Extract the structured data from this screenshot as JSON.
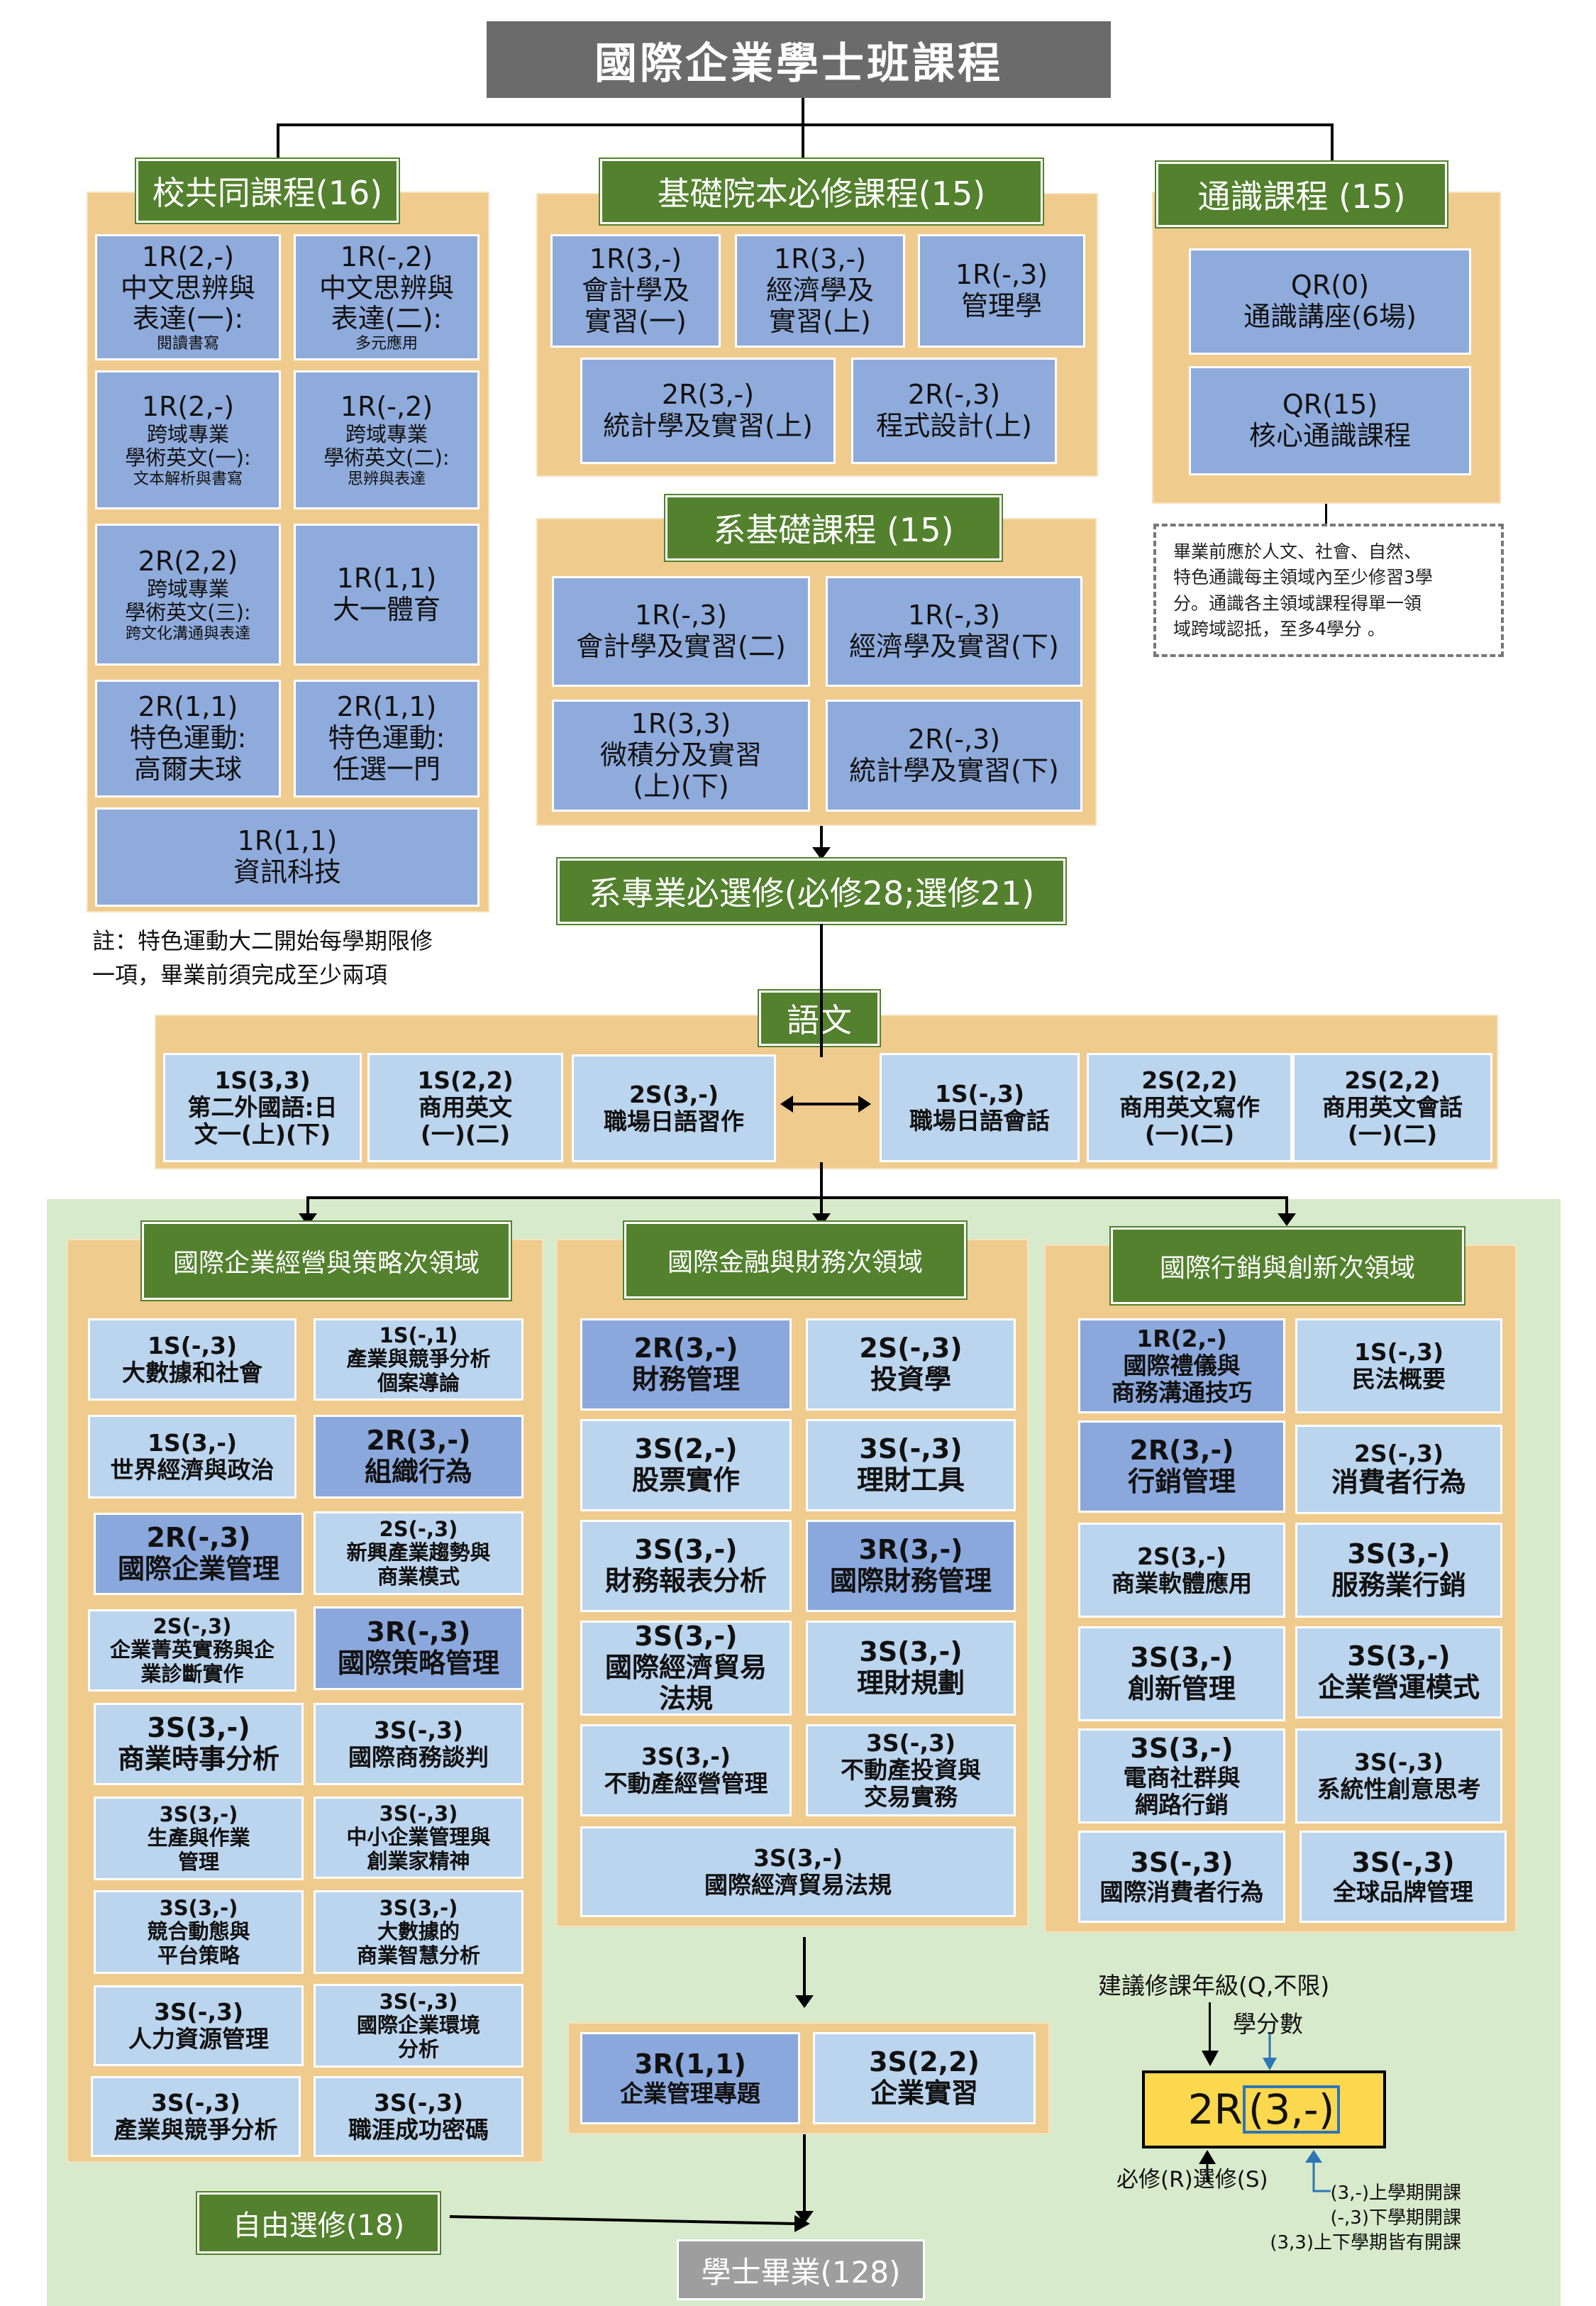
{
  "title": "國際企業學士班課程",
  "sections": {
    "school_common": "校共同課程(16)",
    "college_required": "基礎院本必修課程(15)",
    "general_ed": "通識課程 (15)",
    "dept_basic": "系基礎課程 (15)",
    "dept_professional": "系專業必選修(必修28;選修21)",
    "language": "語文",
    "domain_strategy": "國際企業經營與策略次領域",
    "domain_finance": "國際金融與財務次領域",
    "domain_marketing": "國際行銷與創新次領域",
    "free_elective": "自由選修(18)",
    "graduation": "學士畢業(128)"
  },
  "school_common_courses": [
    {
      "code": "1R(2,-)",
      "name": "中文思辨與",
      "name2": "表達(一):",
      "sub": "閱讀書寫"
    },
    {
      "code": "1R(-,2)",
      "name": "中文思辨與",
      "name2": "表達(二):",
      "sub": "多元應用"
    },
    {
      "code": "1R(2,-)",
      "name": "跨域專業",
      "name2": "學術英文(一):",
      "sub": "文本解析與書寫"
    },
    {
      "code": "1R(-,2)",
      "name": "跨域專業",
      "name2": "學術英文(二):",
      "sub": "思辨與表達"
    },
    {
      "code": "2R(2,2)",
      "name": "跨域專業",
      "name2": "學術英文(三):",
      "sub": "跨文化溝通與表達"
    },
    {
      "code": "1R(1,1)",
      "name": "大一體育"
    },
    {
      "code": "2R(1,1)",
      "name": "特色運動:",
      "name2": "高爾夫球"
    },
    {
      "code": "2R(1,1)",
      "name": "特色運動:",
      "name2": "任選一門"
    },
    {
      "code": "1R(1,1)",
      "name": "資訊科技"
    }
  ],
  "school_note": {
    "line1": "註：特色運動大二開始每學期限修",
    "line2": "一項，畢業前須完成至少兩項"
  },
  "college_courses": [
    {
      "code": "1R(3,-)",
      "name": "會計學及",
      "name2": "實習(一)"
    },
    {
      "code": "1R(3,-)",
      "name": "經濟學及",
      "name2": "實習(上)"
    },
    {
      "code": "1R(-,3)",
      "name": "管理學"
    },
    {
      "code": "2R(3,-)",
      "name": "統計學及實習(上)"
    },
    {
      "code": "2R(-,3)",
      "name": "程式設計(上)"
    }
  ],
  "general_courses": [
    {
      "code": "QR(0)",
      "name": "通識講座(6場)"
    },
    {
      "code": "QR(15)",
      "name": "核心通識課程"
    }
  ],
  "general_note": {
    "line1": "畢業前應於人文、社會、自然、",
    "line2": "特色通識每主領域內至少修習3學",
    "line3": "分。通識各主領域課程得單一領",
    "line4": "域跨域認抵，至多4學分 。"
  },
  "dept_basic_courses": [
    {
      "code": "1R(-,3)",
      "name": "會計學及實習(二)"
    },
    {
      "code": "1R(-,3)",
      "name": "經濟學及實習(下)"
    },
    {
      "code": "1R(3,3)",
      "name": "微積分及實習",
      "name2": "(上)(下)"
    },
    {
      "code": "2R(-,3)",
      "name": "統計學及實習(下)"
    }
  ],
  "language_courses": [
    {
      "code": "1S(3,3)",
      "name": "第二外國語:日",
      "name2": "文一(上)(下)"
    },
    {
      "code": "1S(2,2)",
      "name": "商用英文",
      "name2": "(一)(二)"
    },
    {
      "code": "2S(3,-)",
      "name": "職場日語習作"
    },
    {
      "code": "1S(-,3)",
      "name": "職場日語會話"
    },
    {
      "code": "2S(2,2)",
      "name": "商用英文寫作",
      "name2": "(一)(二)"
    },
    {
      "code": "2S(2,2)",
      "name": "商用英文會話",
      "name2": "(一)(二)"
    }
  ],
  "strategy_courses": [
    {
      "code": "1S(-,3)",
      "name": "大數據和社會"
    },
    {
      "code": "1S(-,1)",
      "name": "產業與競爭分析",
      "name2": "個案導論"
    },
    {
      "code": "1S(3,-)",
      "name": "世界經濟與政治"
    },
    {
      "code": "2R(3,-)",
      "name": "組織行為"
    },
    {
      "code": "2R(-,3)",
      "name": "國際企業管理"
    },
    {
      "code": "2S(-,3)",
      "name": "新興產業趨勢與",
      "name2": "商業模式"
    },
    {
      "code": "2S(-,3)",
      "name": "企業菁英實務與企",
      "name2": "業診斷實作"
    },
    {
      "code": "3R(-,3)",
      "name": "國際策略管理"
    },
    {
      "code": "3S(3,-)",
      "name": "商業時事分析"
    },
    {
      "code": "3S(-,3)",
      "name": "國際商務談判"
    },
    {
      "code": "3S(3,-)",
      "name": "生產與作業",
      "name2": "管理"
    },
    {
      "code": "3S(-,3)",
      "name": "中小企業管理與",
      "name2": "創業家精神"
    },
    {
      "code": "3S(3,-)",
      "name": "競合動態與",
      "name2": "平台策略"
    },
    {
      "code": "3S(3,-)",
      "name": "大數據的",
      "name2": "商業智慧分析"
    },
    {
      "code": "3S(-,3)",
      "name": "人力資源管理"
    },
    {
      "code": "3S(-,3)",
      "name": "國際企業環境",
      "name2": "分析"
    },
    {
      "code": "3S(-,3)",
      "name": "產業與競爭分析"
    },
    {
      "code": "3S(-,3)",
      "name": "職涯成功密碼"
    }
  ],
  "finance_courses": [
    {
      "code": "2R(3,-)",
      "name": "財務管理"
    },
    {
      "code": "2S(-,3)",
      "name": "投資學"
    },
    {
      "code": "3S(2,-)",
      "name": "股票實作"
    },
    {
      "code": "3S(-,3)",
      "name": "理財工具"
    },
    {
      "code": "3S(3,-)",
      "name": "財務報表分析"
    },
    {
      "code": "3R(3,-)",
      "name": "國際財務管理"
    },
    {
      "code": "3S(3,-)",
      "name": "國際經濟貿易",
      "name2": "法規"
    },
    {
      "code": "3S(3,-)",
      "name": "理財規劃"
    },
    {
      "code": "3S(3,-)",
      "name": "不動產經營管理"
    },
    {
      "code": "3S(-,3)",
      "name": "不動產投資與",
      "name2": "交易實務"
    },
    {
      "code": "3S(3,-)",
      "name": "國際經濟貿易法規"
    }
  ],
  "marketing_courses": [
    {
      "code": "1R(2,-)",
      "name": "國際禮儀與",
      "name2": "商務溝通技巧"
    },
    {
      "code": "1S(-,3)",
      "name": "民法概要"
    },
    {
      "code": "2R(3,-)",
      "name": "行銷管理"
    },
    {
      "code": "2S(-,3)",
      "name": "消費者行為"
    },
    {
      "code": "2S(3,-)",
      "name": "商業軟體應用"
    },
    {
      "code": "3S(3,-)",
      "name": "服務業行銷"
    },
    {
      "code": "3S(3,-)",
      "name": "創新管理"
    },
    {
      "code": "3S(3,-)",
      "name": "企業營運模式"
    },
    {
      "code": "3S(3,-)",
      "name": "電商社群與",
      "name2": "網路行銷"
    },
    {
      "code": "3S(-,3)",
      "name": "系統性創意思考"
    },
    {
      "code": "3S(-,3)",
      "name": "國際消費者行為"
    },
    {
      "code": "3S(-,3)",
      "name": "全球品牌管理"
    }
  ],
  "capstone_courses": [
    {
      "code": "3R(1,1)",
      "name": "企業管理專題"
    },
    {
      "code": "3S(2,2)",
      "name": "企業實習"
    }
  ],
  "legend": {
    "grade_label": "建議修課年級(Q,不限)",
    "credits_label": "學分數",
    "example_prefix": "2R",
    "example_suffix": "(3,-)",
    "type_label": "必修(R)選修(S)",
    "sem1": "(3,-)上學期開課",
    "sem2": "(-,3)下學期開課",
    "sem3": "(3,3)上下學期皆有開課"
  },
  "colors": {
    "green": "#53812e",
    "tan": "#f0cb8e",
    "blue_dark": "#8fabdc",
    "blue_light": "#bcd5ee",
    "mint": "#d7eacb",
    "title_gray": "#6b6b6b",
    "legend_yellow": "#fcd84e"
  }
}
